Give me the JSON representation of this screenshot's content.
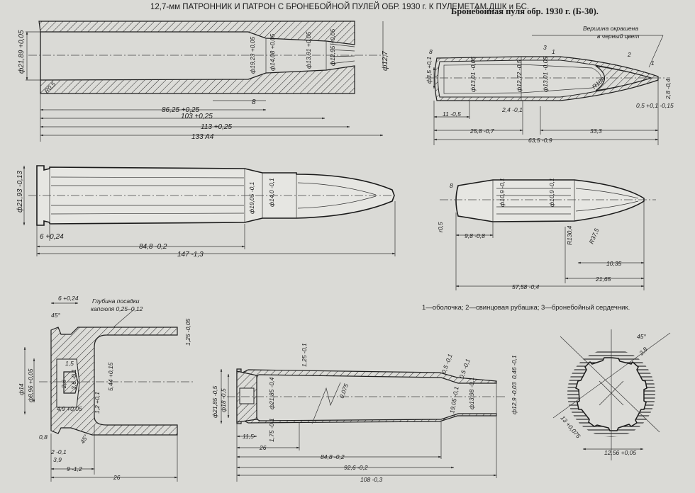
{
  "title": "12,7-мм ПАТРОННИК И ПАТРОН С БРОНЕБОЙНОЙ ПУЛЕЙ ОБР. 1930 г. К ПУЛЕМЕТАМ ДШК и БС.",
  "bullet_title": "Бронебойная пуля обр. 1930 г. (Б-30).",
  "tip_note": [
    "Вершина окрашена",
    "в черный цвет"
  ],
  "legend": "1—оболочка; 2—свинцовая рубашка; 3—бронебойный сердечник.",
  "chamber": {
    "diameters": [
      "ф21,89 +0,05",
      "ф19,23 +0,05",
      "ф14,08 +0,05",
      "ф13,91 +0,05",
      "ф12,95 +0,05",
      "ф12,7"
    ],
    "radius": "R0,5",
    "lengths": [
      "8",
      "86,25 +0,25",
      "103 +0,25",
      "113 +0,25",
      "133 A4"
    ]
  },
  "cartridge": {
    "diameters": [
      "ф21,93 -0,13",
      "ф19,05 -0,1",
      "ф14,0 -0,1"
    ],
    "lengths": [
      "6 +0,24",
      "84,8 -0,2",
      "147 -1,3"
    ]
  },
  "bullet_section": {
    "diameters": [
      "ф3,5 +0,1",
      "ф13,01 -0,05",
      "ф12,72 -0,5",
      "ф13,01 -0,05"
    ],
    "callouts": [
      "8",
      "3",
      "1",
      "2",
      "1"
    ],
    "radius": "R108",
    "dims": [
      "2,8 -0,4",
      "0,5 +0,1 -0,15",
      "2,4 -0,1",
      "11 -0,5",
      "25,8 -0,7",
      "33,3",
      "63,5 -0,9"
    ]
  },
  "bullet_outer": {
    "diameters": [
      "ф10,9 -0,1",
      "ф10,9 -0,1"
    ],
    "callouts": [
      "8",
      "r0,5"
    ],
    "radii": [
      "R130,4",
      "R37,5"
    ],
    "dims": [
      "9,8 -0,8",
      "10,35",
      "21,65",
      "57,58 -0,4"
    ]
  },
  "case_base": {
    "note": [
      "Глубина посадки",
      "капсюля 0,25–0,12"
    ],
    "dims": [
      "6 +0,24",
      "45°",
      "1,25 -0,05",
      "ф14",
      "ф8,96 +0,05",
      "1,5",
      "2,6",
      "3,6 -0,1",
      "5,44 +0,15",
      "1,2 +0,1",
      "4,9 +0,05",
      "45°",
      "0,8",
      "2 -0,1",
      "3,9",
      "9 -1,2",
      "26"
    ]
  },
  "case": {
    "dims": [
      "1,25 -0,1",
      "ф21,85 -0,5",
      "ф18 -0,5",
      "ф21,85 -0,4",
      "0,075",
      "1,75 -0,1",
      "0,5 -0,1",
      "0,5 -0,1",
      "19,05 -0,1",
      "ф13,98 -0,1",
      "ф12,9 -0,03",
      "0,46 -0,1",
      "11,5",
      "26",
      "84,8 -0,2",
      "92,6 -0,2",
      "108 -0,3"
    ]
  },
  "bore": {
    "dims": [
      "45°",
      "2,8",
      "13 +0,075",
      "12,56 +0,05"
    ]
  }
}
